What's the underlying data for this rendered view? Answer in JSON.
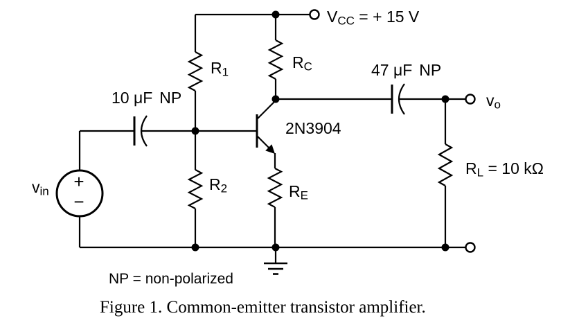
{
  "colors": {
    "ink": "#000000",
    "background": "#ffffff"
  },
  "supply": {
    "symbol": "V",
    "subscript": "CC",
    "value": " = + 15 V"
  },
  "components": {
    "r1": {
      "symbol": "R",
      "subscript": "1"
    },
    "r2": {
      "symbol": "R",
      "subscript": "2"
    },
    "rc": {
      "symbol": "R",
      "subscript": "C"
    },
    "re": {
      "symbol": "R",
      "subscript": "E"
    },
    "rl": {
      "symbol": "R",
      "subscript": "L",
      "value": " = 10 kΩ"
    },
    "cap_input": {
      "value": "10 μF",
      "type": "NP"
    },
    "cap_output": {
      "value": "47 μF",
      "type": "NP"
    },
    "transistor": {
      "part": "2N3904"
    }
  },
  "signals": {
    "vin": {
      "symbol": "v",
      "subscript": "in"
    },
    "vout": {
      "symbol": "v",
      "subscript": "o"
    },
    "source_plus": "+",
    "source_minus": "−"
  },
  "note": "NP = non-polarized",
  "caption": "Figure 1. Common-emitter transistor amplifier."
}
